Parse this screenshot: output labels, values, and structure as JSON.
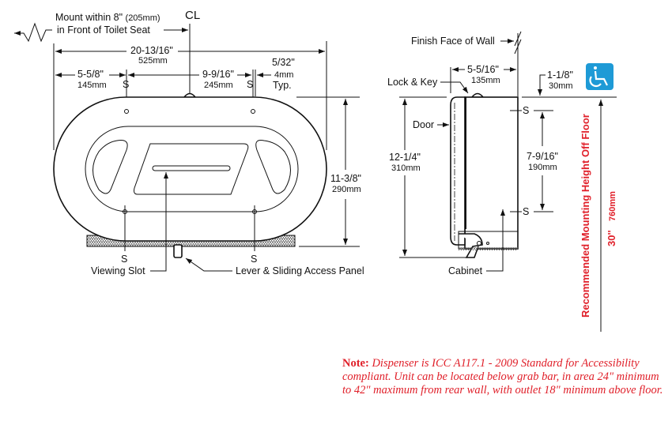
{
  "front_view": {
    "mount_line1": "Mount within 8\"",
    "mount_line1_mm": "(205mm)",
    "mount_line2": "in Front of Toilet Seat",
    "centerline": "CL",
    "overall_width": "20-13/16\"",
    "overall_width_mm": "525mm",
    "left_offset": "5-5/8\"",
    "left_offset_mm": "145mm",
    "screw_spacing": "9-9/16\"",
    "screw_spacing_mm": "245mm",
    "edge": "5/32\"",
    "edge_mm": "4mm",
    "edge_typ": "Typ.",
    "height": "11-3/8\"",
    "height_mm": "290mm",
    "screw_label": "S",
    "viewing_slot": "Viewing Slot",
    "lever": "Lever & Sliding Access Panel"
  },
  "side_view": {
    "finish_face": "Finish Face of Wall",
    "depth": "5-5/16\"",
    "depth_mm": "135mm",
    "lock_key": "Lock & Key",
    "door": "Door",
    "height": "12-1/4\"",
    "height_mm": "310mm",
    "screw_spacing": "7-9/16\"",
    "screw_spacing_mm": "190mm",
    "top_offset": "1-1/8\"",
    "top_offset_mm": "30mm",
    "screw_label": "S",
    "cabinet": "Cabinet"
  },
  "mounting": {
    "label": "Recommended Mounting Height Off Floor",
    "height": "30''",
    "height_mm": "760mm",
    "accessibility_icon": "wheelchair-icon",
    "icon_color": "#1e9ad6"
  },
  "note": {
    "lead": "Note:",
    "text": "Dispenser is ICC A117.1 - 2009 Standard for Accessibility compliant. Unit can be located below grab bar, in area 24\" minimum to 42\" maximum from rear wall, with outlet 18\" minimum above floor."
  }
}
